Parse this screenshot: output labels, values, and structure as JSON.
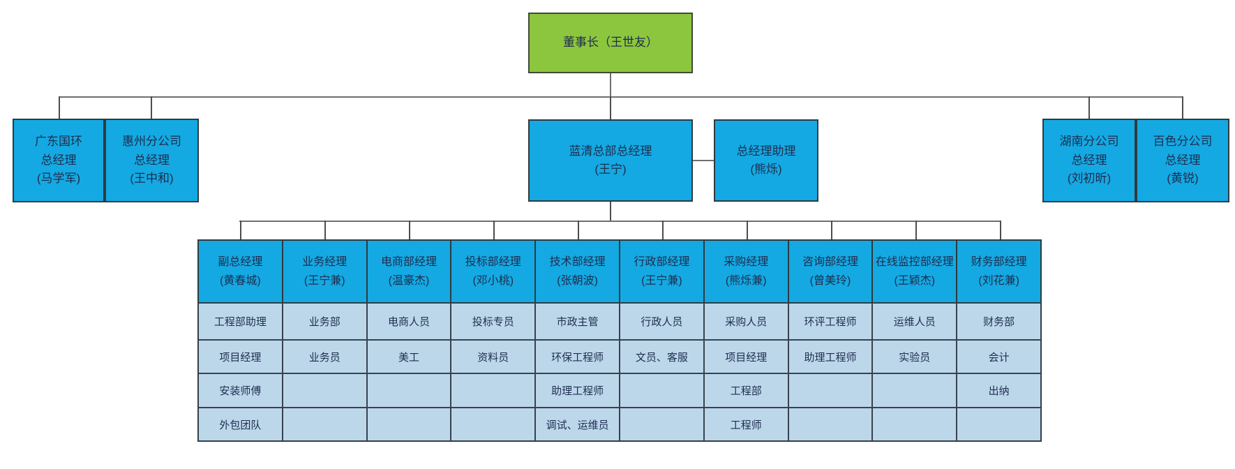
{
  "colors": {
    "root_green": "#8cc63e",
    "node_cyan": "#14a9e2",
    "row_light_blue": "#bdd7ea",
    "connector_gray": "#6e6e6e"
  },
  "org": {
    "chairman": {
      "label": "董事长（王世友）"
    },
    "executives": [
      {
        "label": "广东国环\n总经理\n(马学军)"
      },
      {
        "label": "惠州分公司\n总经理\n(王中和)"
      },
      {
        "label": "蓝清总部总经理\n(王宁)"
      },
      {
        "label": "总经理助理\n(熊烁)"
      },
      {
        "label": "湖南分公司\n总经理\n(刘初昕)"
      },
      {
        "label": "百色分公司\n总经理\n(黄锐)"
      }
    ],
    "departments": {
      "headers": [
        "副总经理\n(黄春城)",
        "业务经理\n(王宁兼)",
        "电商部经理\n(温豪杰)",
        "投标部经理\n(邓小桃)",
        "技术部经理\n(张朝波)",
        "行政部经理\n(王宁兼)",
        "采购经理\n(熊烁兼)",
        "咨询部经理\n(曾美玲)",
        "在线监控部经理\n(王颖杰)",
        "财务部经理\n(刘花兼)"
      ],
      "rows": [
        [
          "工程部助理",
          "业务部",
          "电商人员",
          "投标专员",
          "市政主管",
          "行政人员",
          "采购人员",
          "环评工程师",
          "运维人员",
          "财务部"
        ],
        [
          "项目经理",
          "业务员",
          "美工",
          "资料员",
          "环保工程师",
          "文员、客服",
          "项目经理",
          "助理工程师",
          "实验员",
          "会计"
        ],
        [
          "安装师傅",
          "",
          "",
          "",
          "助理工程师",
          "",
          "工程部",
          "",
          "",
          "出纳"
        ],
        [
          "外包团队",
          "",
          "",
          "",
          "调试、运维员",
          "",
          "工程师",
          "",
          "",
          ""
        ]
      ]
    }
  }
}
